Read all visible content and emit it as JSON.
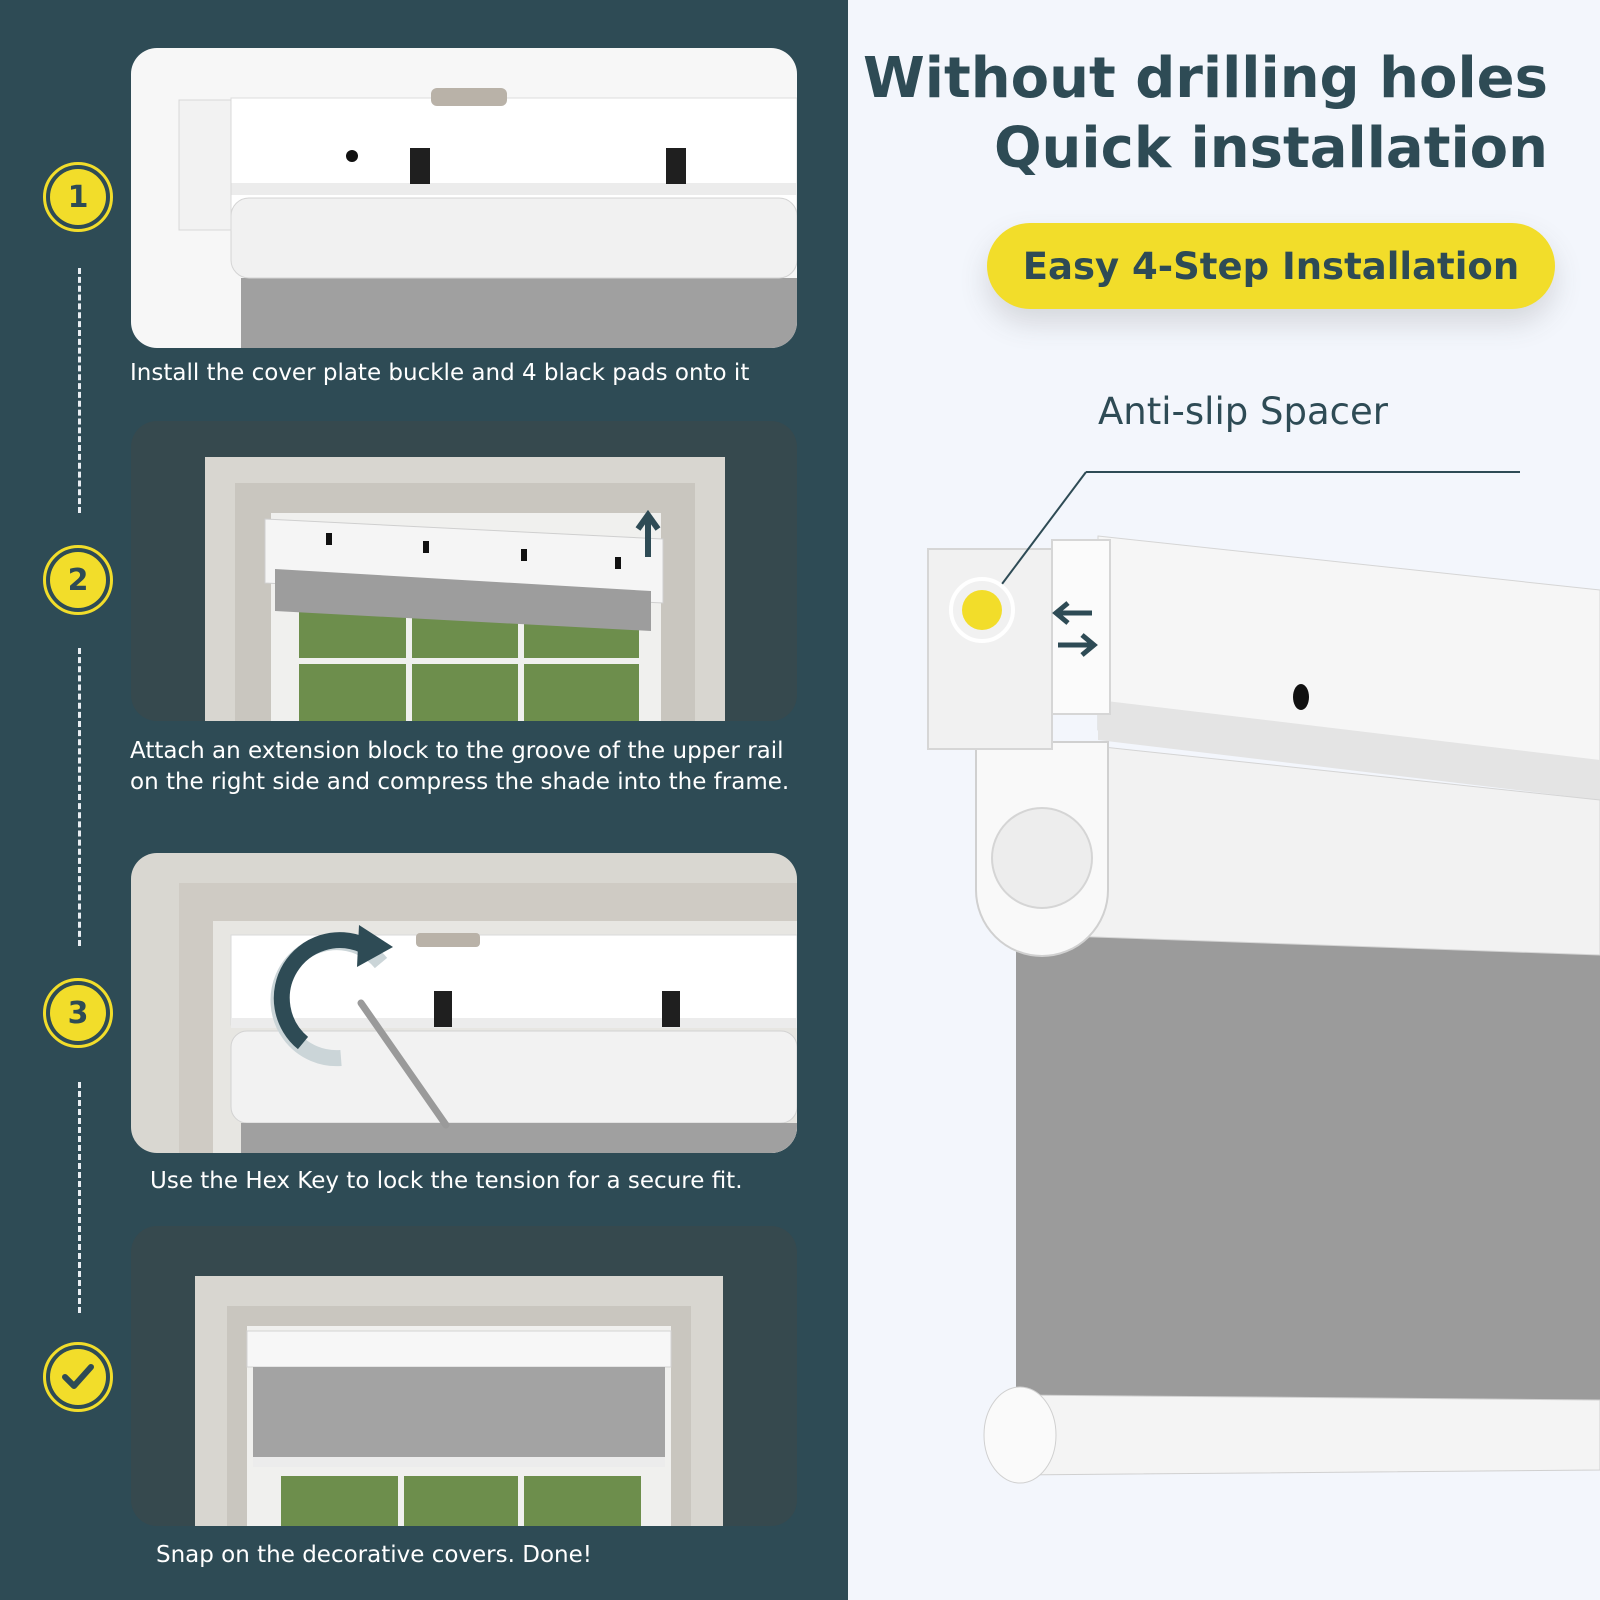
{
  "headline": {
    "line1": "Without drilling holes",
    "line2": "Quick installation"
  },
  "badge_label": "Easy 4-Step Installation",
  "callout_label": "Anti-slip Spacer",
  "steps": [
    {
      "number": "1",
      "caption": "Install the cover plate buckle and 4 black pads onto it"
    },
    {
      "number": "2",
      "caption": "Attach an extension block  to the groove of the upper rail on the right side and compress the shade into the frame."
    },
    {
      "number": "3",
      "caption": "Use the Hex Key to lock the tension for a secure fit."
    },
    {
      "number": "check-icon",
      "caption": "Snap on the decorative covers. Done!"
    }
  ],
  "colors": {
    "panel": "#2e4b55",
    "accent_yellow": "#f2dd2a",
    "background": "#f3f6fc",
    "fabric_gray": "#9b9b9b"
  }
}
